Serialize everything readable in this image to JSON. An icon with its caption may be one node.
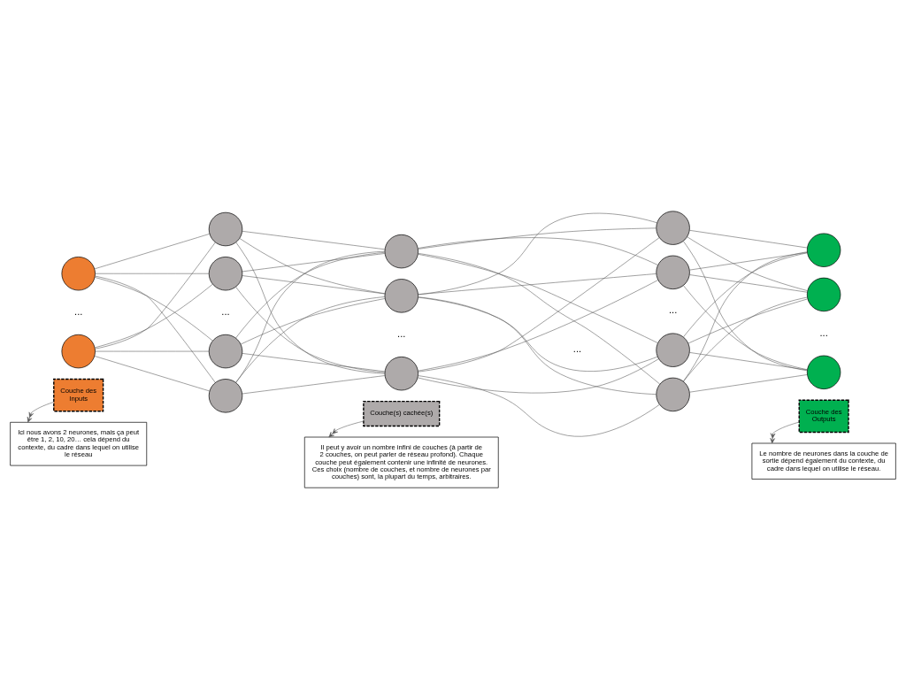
{
  "diagram": {
    "nodes": [
      {
        "text": [],
        "shape": "circle"
      },
      {
        "text": [],
        "shape": "circle"
      },
      {
        "text": [],
        "shape": "circle"
      },
      {
        "text": [],
        "shape": "circle"
      },
      {
        "text": [],
        "shape": "circle"
      },
      {
        "text": [],
        "shape": "circle"
      },
      {
        "text": [],
        "shape": "circle"
      },
      {
        "text": [],
        "shape": "circle"
      },
      {
        "text": [],
        "shape": "circle"
      },
      {
        "text": [],
        "shape": "circle"
      },
      {
        "text": [],
        "shape": "circle"
      },
      {
        "text": [],
        "shape": "circle"
      },
      {
        "text": [],
        "shape": "circle"
      },
      {
        "text": [],
        "shape": "circle"
      },
      {
        "text": [],
        "shape": "circle"
      },
      {
        "text": [],
        "shape": "circle"
      },
      {
        "text": [
          "Couche des Inputs"
        ]
      },
      {
        "text": [
          "Couche(s) cachée(s)"
        ]
      },
      {
        "text": [
          "Couche des Outputs"
        ]
      },
      {
        "text": [
          "Ici nous avons 2 neurones, mais ça peut être 1, 2, 10, 20… cela dépend du contexte, du cadre dans lequel on utilise le réseau"
        ]
      },
      {
        "text": [
          "Il peut y avoir un nombre infini de couches (à partir de 2 couches, on peut parler de réseau profond). Chaque couche peut également contenir une infinité de neurones. Ces choix (nombre de couches, et nombre de neurones par couches) sont, la plupart du temps, arbitraires."
        ]
      },
      {
        "text": [
          "Le nombre de neurones dans la couche de sortie dépend également du contexte, du cadre dans lequel on utilise le réseau."
        ]
      }
    ],
    "edges": [
      {
        "from": 0,
        "to": 2,
        "arrow": "none"
      },
      {
        "from": 0,
        "to": 3,
        "arrow": "none"
      },
      {
        "from": 0,
        "to": 4,
        "arrow": "none"
      },
      {
        "from": 0,
        "to": 5,
        "arrow": "none"
      },
      {
        "from": 1,
        "to": 2,
        "arrow": "none"
      },
      {
        "from": 1,
        "to": 3,
        "arrow": "none"
      },
      {
        "from": 1,
        "to": 4,
        "arrow": "none"
      },
      {
        "from": 1,
        "to": 5,
        "arrow": "none"
      },
      {
        "from": 2,
        "to": 6,
        "arrow": "none"
      },
      {
        "from": 2,
        "to": 7,
        "arrow": "none"
      },
      {
        "from": 2,
        "to": 8,
        "arrow": "none"
      },
      {
        "from": 3,
        "to": 6,
        "arrow": "none"
      },
      {
        "from": 3,
        "to": 7,
        "arrow": "none"
      },
      {
        "from": 3,
        "to": 8,
        "arrow": "none"
      },
      {
        "from": 4,
        "to": 6,
        "arrow": "none"
      },
      {
        "from": 4,
        "to": 7,
        "arrow": "none"
      },
      {
        "from": 4,
        "to": 8,
        "arrow": "none"
      },
      {
        "from": 5,
        "to": 6,
        "arrow": "none"
      },
      {
        "from": 5,
        "to": 7,
        "arrow": "none"
      },
      {
        "from": 5,
        "to": 8,
        "arrow": "none"
      },
      {
        "from": 6,
        "to": 9,
        "arrow": "none"
      },
      {
        "from": 6,
        "to": 10,
        "arrow": "none"
      },
      {
        "from": 6,
        "to": 11,
        "arrow": "none"
      },
      {
        "from": 6,
        "to": 12,
        "arrow": "none"
      },
      {
        "from": 7,
        "to": 9,
        "arrow": "none"
      },
      {
        "from": 7,
        "to": 10,
        "arrow": "none"
      },
      {
        "from": 7,
        "to": 11,
        "arrow": "none"
      },
      {
        "from": 7,
        "to": 12,
        "arrow": "none"
      },
      {
        "from": 8,
        "to": 9,
        "arrow": "none"
      },
      {
        "from": 8,
        "to": 10,
        "arrow": "none"
      },
      {
        "from": 8,
        "to": 11,
        "arrow": "none"
      },
      {
        "from": 8,
        "to": 12,
        "arrow": "none"
      },
      {
        "from": 9,
        "to": 13,
        "arrow": "none"
      },
      {
        "from": 9,
        "to": 14,
        "arrow": "none"
      },
      {
        "from": 9,
        "to": 15,
        "arrow": "none"
      },
      {
        "from": 10,
        "to": 13,
        "arrow": "none"
      },
      {
        "from": 10,
        "to": 14,
        "arrow": "none"
      },
      {
        "from": 10,
        "to": 15,
        "arrow": "none"
      },
      {
        "from": 11,
        "to": 13,
        "arrow": "none"
      },
      {
        "from": 11,
        "to": 14,
        "arrow": "none"
      },
      {
        "from": 11,
        "to": 15,
        "arrow": "none"
      },
      {
        "from": 12,
        "to": 13,
        "arrow": "none"
      },
      {
        "from": 12,
        "to": 14,
        "arrow": "none"
      },
      {
        "from": 12,
        "to": 15,
        "arrow": "none"
      },
      {
        "from": 16,
        "to": 19,
        "arrow": "to"
      },
      {
        "from": 17,
        "to": 20,
        "arrow": "to"
      },
      {
        "from": 18,
        "to": 21,
        "arrow": "to"
      }
    ],
    "labels": [
      "...",
      "...",
      "...",
      "...",
      "...",
      "..."
    ]
  }
}
